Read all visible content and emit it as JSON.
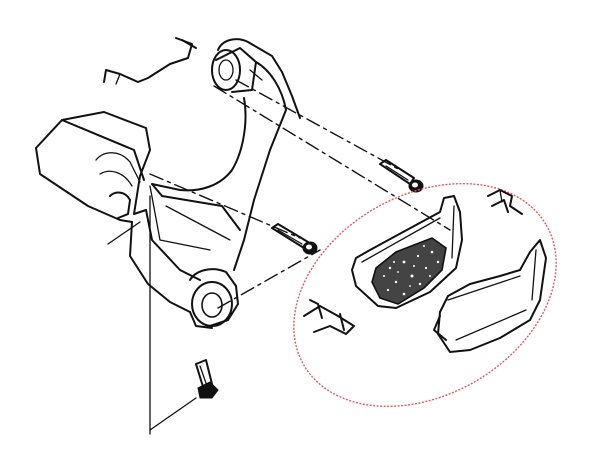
{
  "diagram": {
    "kind": "exploded-view line drawing",
    "parts": [
      "anti-rattle-spring",
      "caliper-bracket",
      "pad-retaining-bolt-upper",
      "pad-retaining-bolt-lower",
      "mounting-bolt",
      "inner-brake-pad",
      "outer-brake-pad",
      "pad-clip-top",
      "pad-clip-bottom"
    ],
    "highlight_color": "#e05a63",
    "line_color": "#111111",
    "background": "#ffffff"
  }
}
